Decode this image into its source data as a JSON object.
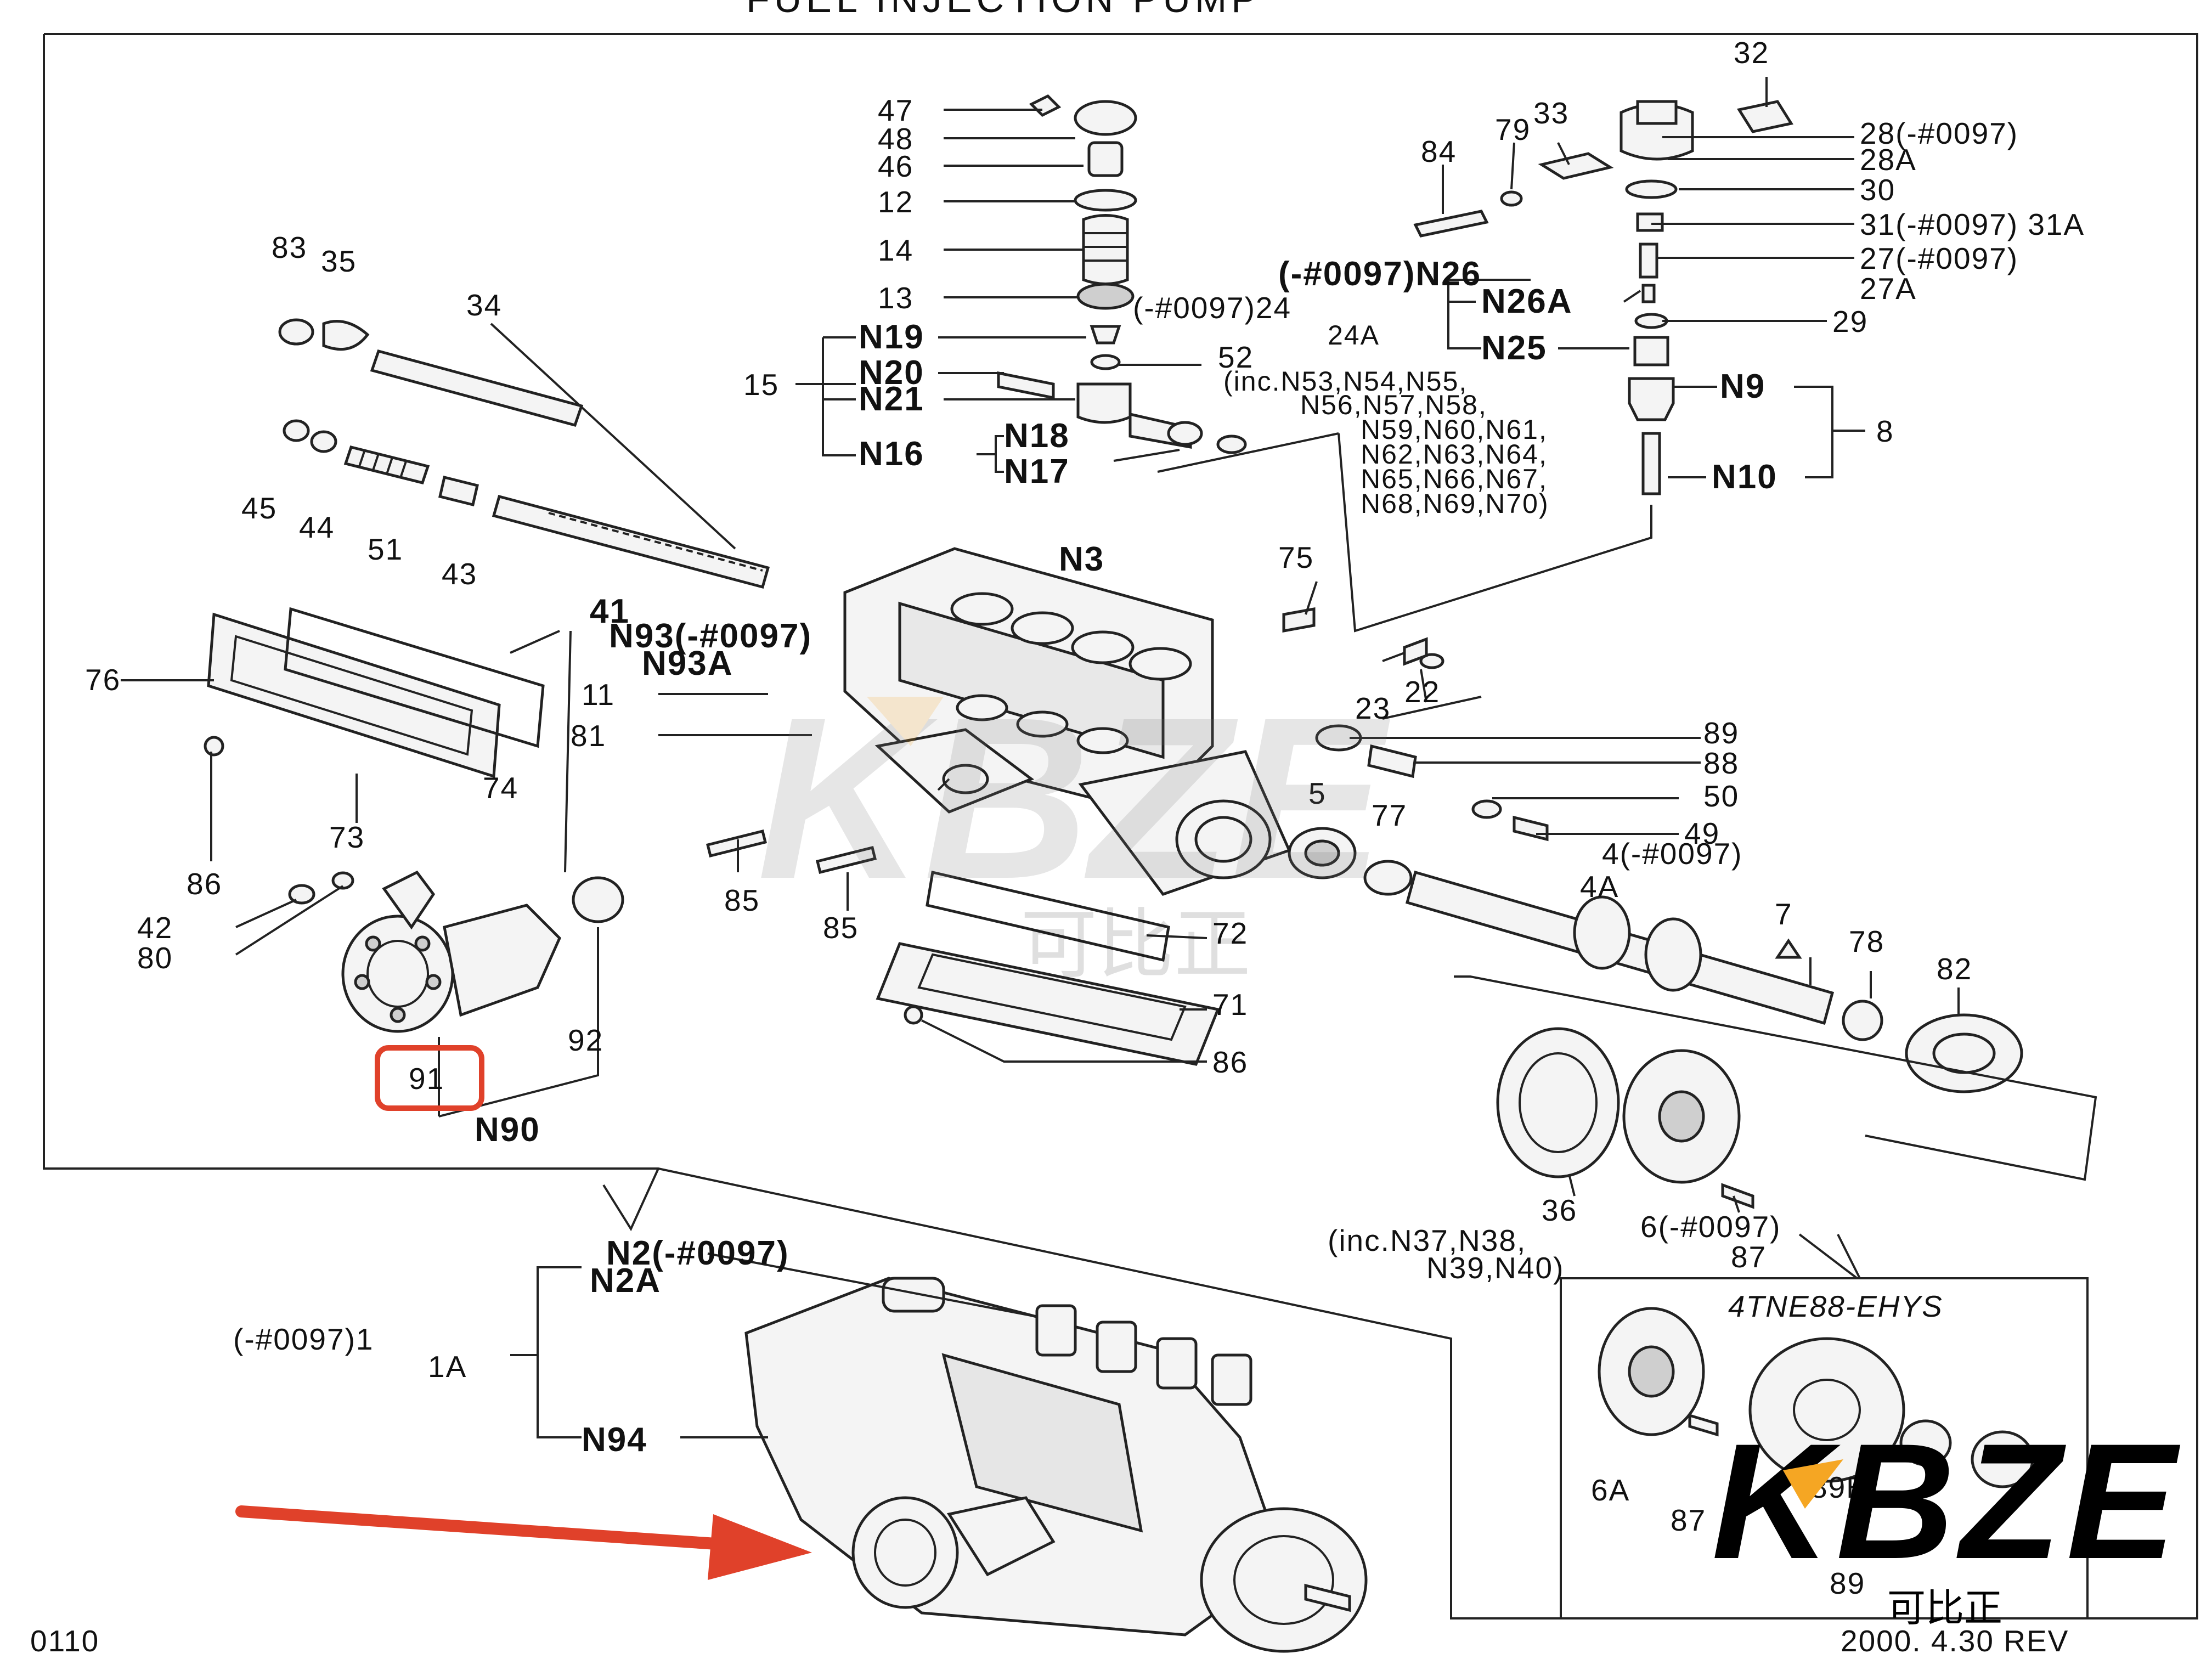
{
  "header": {
    "title": "FUEL INJECTION PUMP"
  },
  "footer": {
    "page_code": "0110",
    "revision": "2000. 4.30 REV"
  },
  "labels": {
    "l47": "47",
    "l48": "48",
    "l46": "46",
    "l12": "12",
    "l14": "14",
    "l13": "13",
    "l24": "(-#0097)24",
    "l24a": "24A",
    "l52": "52",
    "l52inc": [
      "(inc.N53,N54,N55,",
      "N56,N57,N58,",
      "N59,N60,N61,",
      "N62,N63,N64,",
      "N65,N66,N67,",
      "N68,N69,N70)"
    ],
    "n19": "N19",
    "n20": "N20",
    "n21": "N21",
    "l15": "15",
    "n16": "N16",
    "n18": "N18",
    "n17": "N17",
    "l32": "32",
    "l33": "33",
    "l79": "79",
    "l84": "84",
    "l28": "28(-#0097)",
    "l28a": "28A",
    "l30": "30",
    "l31": "31(-#0097) 31A",
    "l27": "27(-#0097)",
    "l27a": "27A",
    "l29": "29",
    "n26": "(-#0097)N26",
    "n26a": "N26A",
    "n25": "N25",
    "n9": "N9",
    "l8": "8",
    "n10": "N10",
    "l83": "83",
    "l35": "35",
    "l34": "34",
    "l45": "45",
    "l44": "44",
    "l51": "51",
    "l43": "43",
    "l41": "41",
    "n3": "N3",
    "l75": "75",
    "n93": "N93(-#0097)",
    "n93a": "N93A",
    "l76": "76",
    "l11": "11",
    "l81": "81",
    "l23": "23",
    "l22": "22",
    "l74": "74",
    "l73": "73",
    "l86a": "86",
    "l86b": "86",
    "l89": "89",
    "l88": "88",
    "l50": "50",
    "l49": "49",
    "l4": "4(-#0097)",
    "l4a": "4A",
    "l5": "5",
    "l77": "77",
    "l85a": "85",
    "l85b": "85",
    "l72": "72",
    "l71": "71",
    "l42": "42",
    "l80": "80",
    "l92": "92",
    "l91": "91",
    "n90": "N90",
    "l7": "7",
    "l78": "78",
    "l82": "82",
    "l36": "36",
    "l6": "6(-#0097)",
    "l87a": "87",
    "l36inc": [
      "(inc.N37,N38,",
      "N39,N40)"
    ],
    "n2": "N2(-#0097)",
    "n2a": "N2A",
    "l1": "(-#0097)1",
    "l1a": "1A",
    "n94": "N94",
    "ehys_title": "4TNE88-EHYS",
    "l6a": "6A",
    "l87b": "87",
    "l89b": "89B",
    "l89c": "89"
  },
  "watermark": {
    "brand": "KBZE",
    "chinese": "可比正",
    "accent_color": "#f5a623",
    "highlight_color": "#e0412a"
  },
  "annotation": {
    "highlighted_part": "91",
    "arrow_color": "#e0412a"
  }
}
